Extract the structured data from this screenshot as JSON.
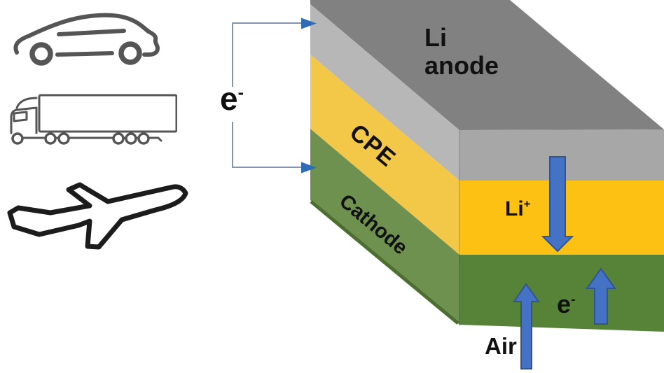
{
  "figure": {
    "vehicles": {
      "car_icon": "car-side-outline",
      "truck_icon": "semi-truck-outline",
      "airplane_icon": "jet-airplane-outline"
    },
    "battery": {
      "anode": {
        "line1": "Li",
        "line2": "anode"
      },
      "electrolyte": {
        "label": "CPE"
      },
      "cathode": {
        "label": "Cathode"
      }
    },
    "annotations": {
      "electron_circuit": {
        "base": "e",
        "sup": "-"
      },
      "li_ion": {
        "base": "Li",
        "sup": "+"
      },
      "electron_cathode": {
        "base": "e",
        "sup": "-"
      },
      "air": "Air"
    },
    "colors": {
      "anode_top": "#818181",
      "anode_side": "#b7b7b7",
      "anode_front": "#a7a7a7",
      "cpe_side": "#f3c747",
      "cpe_front": "#fcc113",
      "cathode_side": "#6e9150",
      "cathode_front": "#578338",
      "cathode_edge": "#4c6f31",
      "arrow_fill": "#4472c4",
      "arrow_stroke": "#2f5597",
      "circuit_wire": "#8494ad",
      "circuit_arrow": "#2e6cb5",
      "vehicle_stroke": "#555555",
      "airplane_stroke": "#1c1c1c",
      "label_color": "#111111"
    }
  }
}
